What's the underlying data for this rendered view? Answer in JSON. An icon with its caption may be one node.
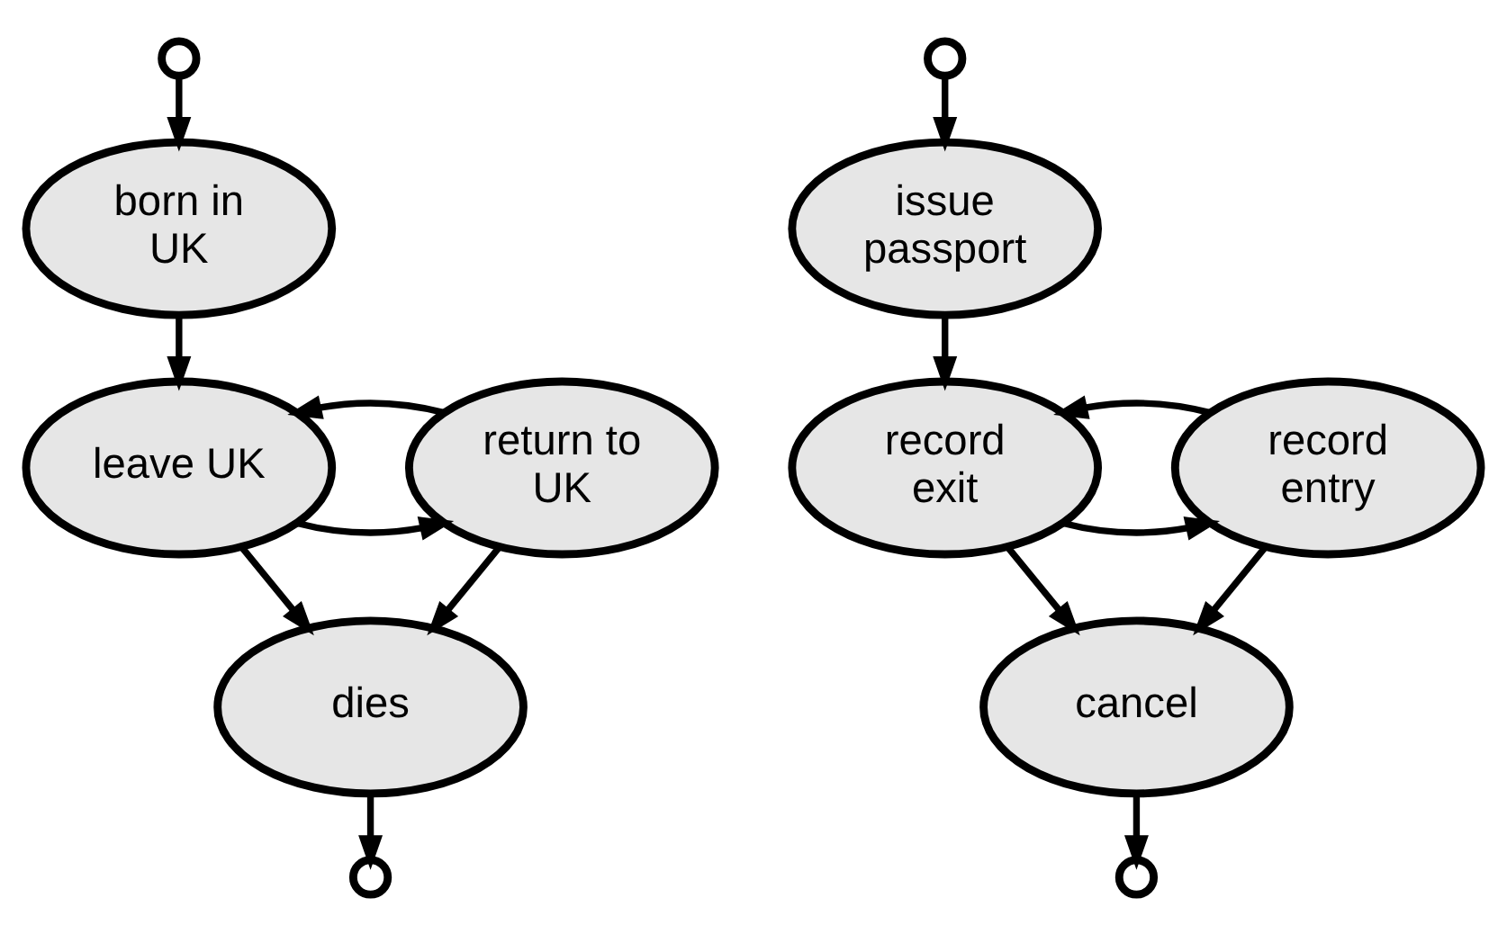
{
  "diagram": {
    "nodes": [
      {
        "text": [],
        "shape": "circle"
      },
      {
        "text": [
          "born in UK"
        ]
      },
      {
        "text": [
          "leave UK"
        ]
      },
      {
        "text": [
          "return to UK"
        ]
      },
      {
        "text": [
          "dies"
        ]
      },
      {
        "text": [],
        "shape": "circle"
      },
      {
        "text": [],
        "shape": "circle"
      },
      {
        "text": [
          "issue passport"
        ]
      },
      {
        "text": [
          "record exit"
        ]
      },
      {
        "text": [
          "record entry"
        ]
      },
      {
        "text": [
          "cancel"
        ]
      },
      {
        "text": [],
        "shape": "circle"
      }
    ],
    "edges": [
      {
        "from": 0,
        "to": 1,
        "arrow": "to"
      },
      {
        "from": 1,
        "to": 2,
        "arrow": "to"
      },
      {
        "from": 2,
        "to": 3,
        "arrow": "to"
      },
      {
        "from": 3,
        "to": 2,
        "arrow": "to"
      },
      {
        "from": 2,
        "to": 4,
        "arrow": "to"
      },
      {
        "from": 3,
        "to": 4,
        "arrow": "to"
      },
      {
        "from": 4,
        "to": 5,
        "arrow": "to"
      },
      {
        "from": 6,
        "to": 7,
        "arrow": "to"
      },
      {
        "from": 7,
        "to": 8,
        "arrow": "to"
      },
      {
        "from": 8,
        "to": 9,
        "arrow": "to"
      },
      {
        "from": 9,
        "to": 8,
        "arrow": "to"
      },
      {
        "from": 8,
        "to": 10,
        "arrow": "to"
      },
      {
        "from": 9,
        "to": 10,
        "arrow": "to"
      },
      {
        "from": 10,
        "to": 11,
        "arrow": "to"
      }
    ]
  }
}
